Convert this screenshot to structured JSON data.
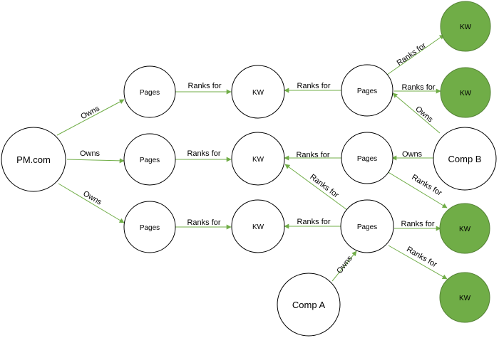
{
  "colors": {
    "edge": "#70ad47",
    "node_stroke": "#000000",
    "node_fill": "#ffffff",
    "kw_green_fill": "#70ad47",
    "kw_green_stroke": "#548235"
  },
  "nodes": {
    "pm": "PM.com",
    "comp_a": "Comp A",
    "comp_b": "Comp B",
    "pages": "Pages",
    "kw": "KW"
  },
  "edges": {
    "owns": "Owns",
    "ranks_for": "Ranks for"
  }
}
